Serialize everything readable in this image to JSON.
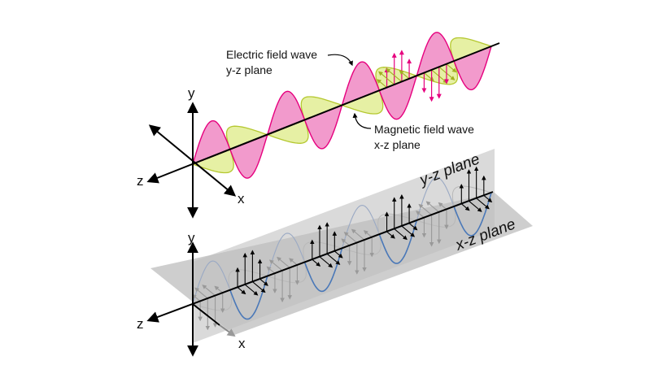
{
  "top_diagram": {
    "electric_label_line1": "Electric field wave",
    "electric_label_line2": "y-z plane",
    "magnetic_label_line1": "Magnetic field wave",
    "magnetic_label_line2": "x-z plane",
    "axis_y": "y",
    "axis_z": "z",
    "axis_x": "x"
  },
  "bottom_diagram": {
    "plane_yz_label": "y-z plane",
    "plane_xz_label": "x-z plane",
    "axis_y": "y",
    "axis_z": "z",
    "axis_x": "x"
  },
  "colors": {
    "electric_fill": "#f18fc6",
    "electric_stroke": "#e6007e",
    "magnetic_fill": "#e3ee9a",
    "magnetic_stroke": "#b5c830",
    "bottom_wave": "#4a78b8",
    "plane_fill": "#cfcfcf",
    "axis": "#000000"
  }
}
